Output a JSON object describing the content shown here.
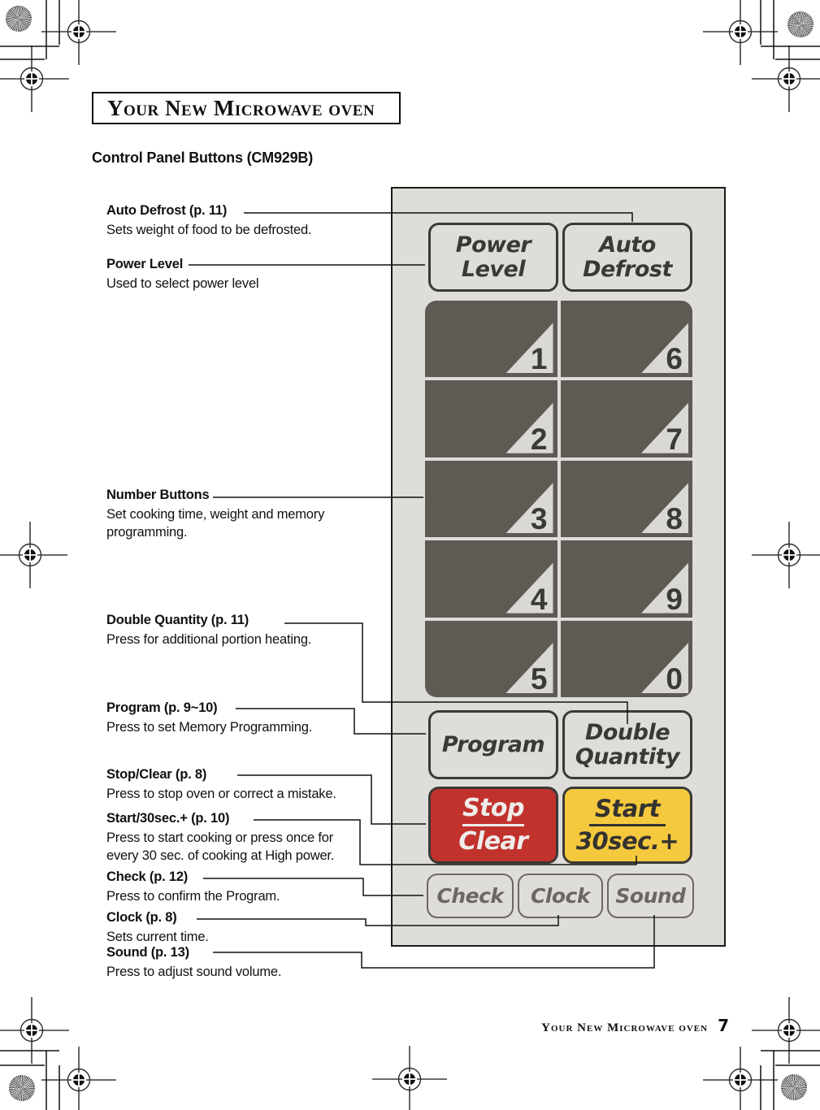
{
  "page": {
    "title": "Your New Microwave oven",
    "subtitle": "Control Panel Buttons (CM929B)",
    "footer_text": "Your New Microwave oven",
    "page_number": "7"
  },
  "panel": {
    "colors": {
      "panel_bg": "#dfddd9",
      "number_key_bg": "#5e5a54",
      "stop_clear_bg": "#c2322d",
      "start_bg": "#f5c93e"
    },
    "buttons": {
      "power_level": [
        "Power",
        "Level"
      ],
      "auto_defrost": [
        "Auto",
        "Defrost"
      ],
      "program": "Program",
      "double_quantity": [
        "Double",
        "Quantity"
      ],
      "stop_clear": [
        "Stop",
        "Clear"
      ],
      "start_30sec": [
        "Start",
        "30sec.+"
      ],
      "check": "Check",
      "clock": "Clock",
      "sound": "Sound"
    },
    "number_rows": [
      [
        "1",
        "6"
      ],
      [
        "2",
        "7"
      ],
      [
        "3",
        "8"
      ],
      [
        "4",
        "9"
      ],
      [
        "5",
        "0"
      ]
    ]
  },
  "annotations": [
    {
      "heading": "Auto Defrost (p. 11)",
      "desc": "Sets weight of food to be defrosted."
    },
    {
      "heading": "Power Level",
      "desc": "Used to select power level"
    },
    {
      "heading": "Number Buttons",
      "desc": "Set cooking time,  weight and memory programming."
    },
    {
      "heading": "Double Quantity (p. 11)",
      "desc": "Press for additional portion heating."
    },
    {
      "heading": "Program (p. 9~10)",
      "desc": "Press to set Memory Programming."
    },
    {
      "heading": "Stop/Clear (p. 8)",
      "desc": "Press to stop oven or correct a mistake."
    },
    {
      "heading": "Start/30sec.+ (p. 10)",
      "desc": "Press to start cooking or press once for every 30 sec. of cooking at High power."
    },
    {
      "heading": "Check (p. 12)",
      "desc": "Press to confirm the Program."
    },
    {
      "heading": "Clock (p. 8)",
      "desc": "Sets current time."
    },
    {
      "heading": "Sound (p. 13)",
      "desc": "Press to adjust sound volume."
    }
  ]
}
